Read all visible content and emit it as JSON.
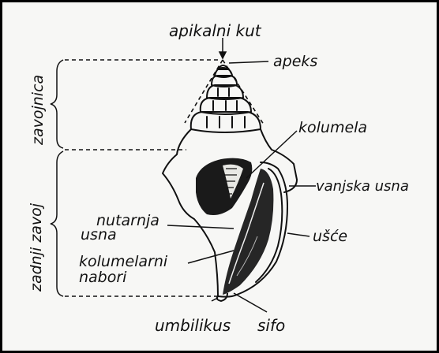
{
  "diagram": {
    "labels": {
      "apical_angle": "apikalni kut",
      "apex": "apeks",
      "spire": "zavojnica",
      "columella": "kolumela",
      "outer_lip": "vanjska usna",
      "body_whorl": "zadnji zavoj",
      "inner_lip_line1": "nutarnja",
      "inner_lip_line2": "usna",
      "aperture": "ušće",
      "columellar_folds_line1": "kolumelarni",
      "columellar_folds_line2": "nabori",
      "umbilicus": "umbilikus",
      "siphon": "sifo"
    },
    "colors": {
      "ink": "#111111",
      "paper": "#f7f7f5",
      "border": "#000000"
    }
  }
}
